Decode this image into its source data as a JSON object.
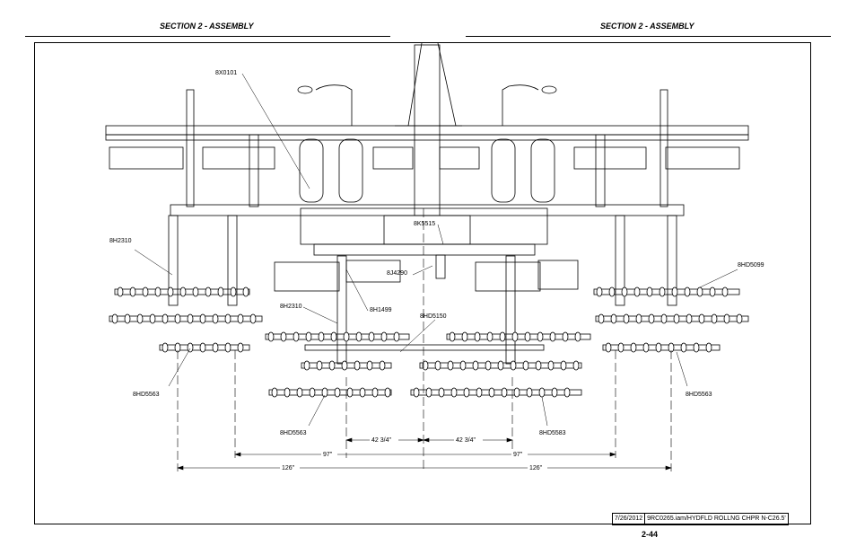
{
  "header": {
    "left_title": "SECTION 2 - ASSEMBLY",
    "right_title": "SECTION 2 - ASSEMBLY"
  },
  "callouts": {
    "c1": "8X0101",
    "c2": "8H2310",
    "c3": "8K5515",
    "c4": "8J4290",
    "c5": "8H1499",
    "c6": "8HD5099",
    "c7": "8H2310",
    "c8": "8HD5150",
    "c9": "8HD5563",
    "c10": "8HD5563",
    "c11": "8HD5563",
    "c12": "8HD5583"
  },
  "dimensions": {
    "d1": "42 3/4\"",
    "d2": "42 3/4\"",
    "d3": "97\"",
    "d4": "97\"",
    "d5": "126\"",
    "d6": "126\""
  },
  "title_block": {
    "date": "7/26/2012",
    "filename": "9RC0265.iam/HYDFLD ROLLNG CHPR N-C26.5'"
  },
  "page_number": "2-44"
}
